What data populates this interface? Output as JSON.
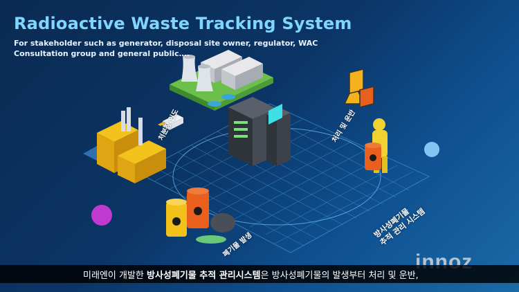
{
  "title": "Radioactive Waste Tracking System",
  "subtitle": {
    "line1": "For stakeholder such as generator, disposal site owner, regulator, WAC",
    "line2": "Consultation group and general public…."
  },
  "labels": {
    "transfer": "처분장 인도",
    "process": "처리 및 운반",
    "generate": "폐기물 발생",
    "system_line1": "방사성폐기물",
    "system_line2": "추적 관리 시스템"
  },
  "caption": {
    "prefix": "미래엔이 개발한 ",
    "bold": "방사성폐기물 추적 관리시스템",
    "suffix": "은 방사성폐기물의 발생부터 처리 및 운반,"
  },
  "logo": "innoz",
  "colors": {
    "title": "#7fd6ff",
    "barrel_yellow": "#f2c21a",
    "barrel_orange": "#e8601c",
    "server": "#3a3f47",
    "grid": "#4aa8e6"
  }
}
